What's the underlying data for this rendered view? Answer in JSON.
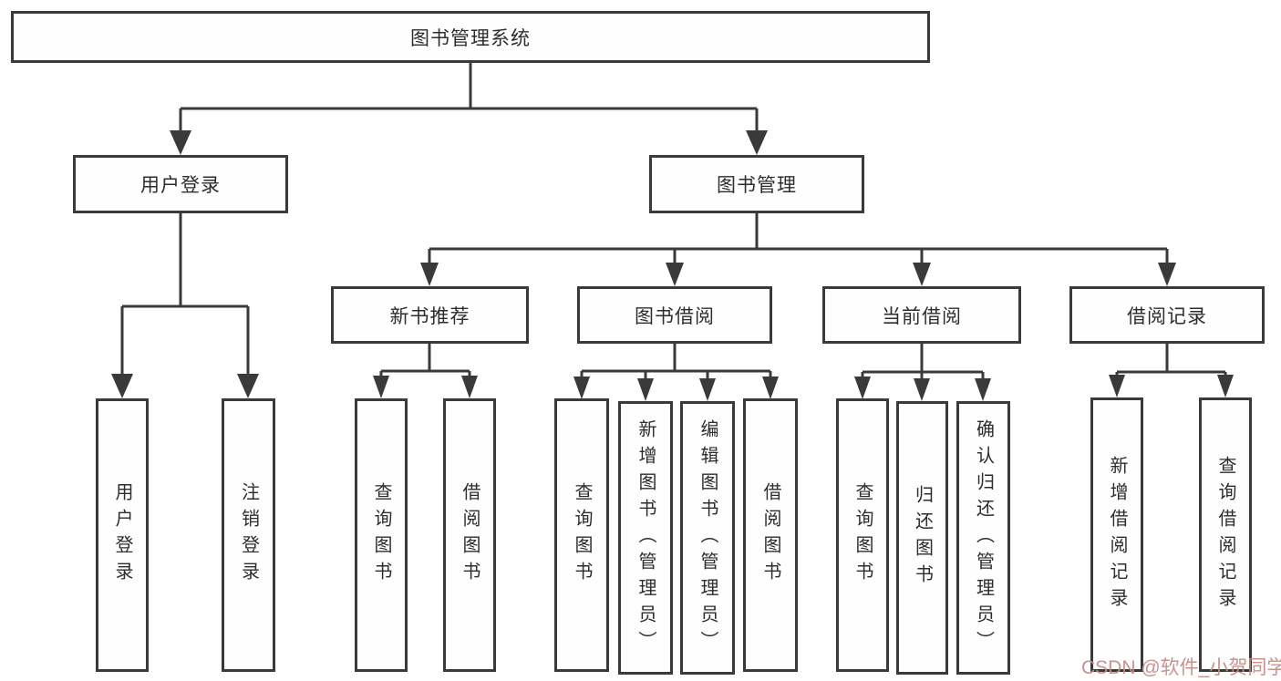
{
  "diagram": {
    "root": {
      "label": "图书管理系统"
    },
    "branches": {
      "user_login": {
        "label": "用户登录",
        "children": [
          {
            "label": "用户登录"
          },
          {
            "label": "注销登录"
          }
        ]
      },
      "book_management": {
        "label": "图书管理",
        "sections": [
          {
            "label": "新书推荐",
            "children": [
              {
                "label": "查询图书"
              },
              {
                "label": "借阅图书"
              }
            ]
          },
          {
            "label": "图书借阅",
            "children": [
              {
                "label": "查询图书"
              },
              {
                "label": "新增图书（管理员）"
              },
              {
                "label": "编辑图书（管理员）"
              },
              {
                "label": "借阅图书"
              }
            ]
          },
          {
            "label": "当前借阅",
            "children": [
              {
                "label": "查询图书"
              },
              {
                "label": "归还图书"
              },
              {
                "label": "确认归还（管理员）"
              }
            ]
          },
          {
            "label": "借阅记录",
            "children": [
              {
                "label": "新增借阅记录"
              },
              {
                "label": "查询借阅记录"
              }
            ]
          }
        ]
      }
    }
  },
  "watermark": {
    "text": "CSDN @软件_小贺同学",
    "color": "#C78C86"
  },
  "colors": {
    "line": "#3A3A3A",
    "text": "#2D2D2D",
    "node_background": "#FEFEFE",
    "page_background": "#FFFFFF"
  }
}
